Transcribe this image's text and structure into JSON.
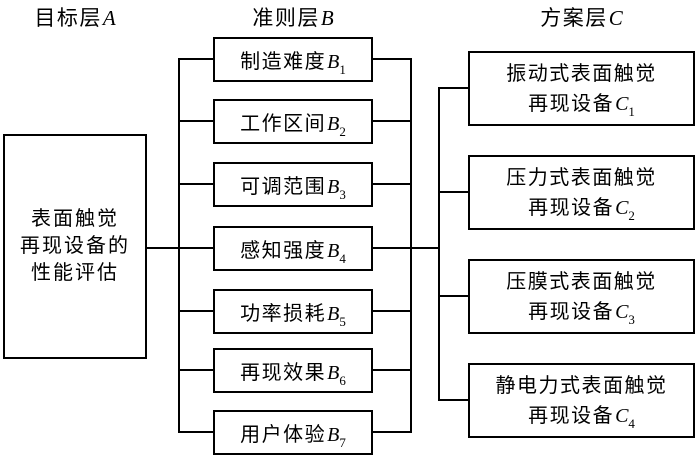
{
  "diagram": {
    "background_color": "#ffffff",
    "line_color": "#000000",
    "text_color": "#000000",
    "type": "hierarchy"
  },
  "layers": {
    "goal": {
      "header": {
        "text": "目标层",
        "var": "A"
      },
      "box": {
        "lines": [
          "表面触觉",
          "再现设备的",
          "性能评估"
        ]
      }
    },
    "criteria": {
      "header": {
        "text": "准则层",
        "var": "B"
      },
      "boxes": [
        {
          "text": "制造难度",
          "var": "B",
          "sub": "1"
        },
        {
          "text": "工作区间",
          "var": "B",
          "sub": "2"
        },
        {
          "text": "可调范围",
          "var": "B",
          "sub": "3"
        },
        {
          "text": "感知强度",
          "var": "B",
          "sub": "4"
        },
        {
          "text": "功率损耗",
          "var": "B",
          "sub": "5"
        },
        {
          "text": "再现效果",
          "var": "B",
          "sub": "6"
        },
        {
          "text": "用户体验",
          "var": "B",
          "sub": "7"
        }
      ]
    },
    "scheme": {
      "header": {
        "text": "方案层",
        "var": "C"
      },
      "boxes": [
        {
          "line1": "振动式表面触觉",
          "line2": "再现设备",
          "var": "C",
          "sub": "1"
        },
        {
          "line1": "压力式表面触觉",
          "line2": "再现设备",
          "var": "C",
          "sub": "2"
        },
        {
          "line1": "压膜式表面触觉",
          "line2": "再现设备",
          "var": "C",
          "sub": "3"
        },
        {
          "line1": "静电力式表面触觉",
          "line2": "再现设备",
          "var": "C",
          "sub": "4"
        }
      ]
    }
  }
}
